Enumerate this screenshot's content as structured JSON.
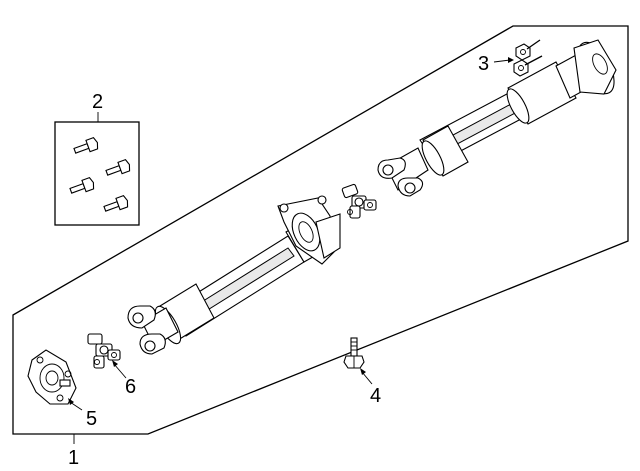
{
  "callouts": {
    "c1": "1",
    "c2": "2",
    "c3": "3",
    "c4": "4",
    "c5": "5",
    "c6": "6"
  },
  "icons": {
    "assembly": "drive-shaft-assembly-icon",
    "bolt": "flange-bolt-icon",
    "nut": "hex-nut-icon",
    "ujoint": "universal-joint-icon",
    "flange": "companion-flange-icon",
    "bearing": "center-support-bearing-icon"
  },
  "colors": {
    "line": "#000000",
    "background": "#ffffff",
    "shading": "#e9e9e9"
  }
}
